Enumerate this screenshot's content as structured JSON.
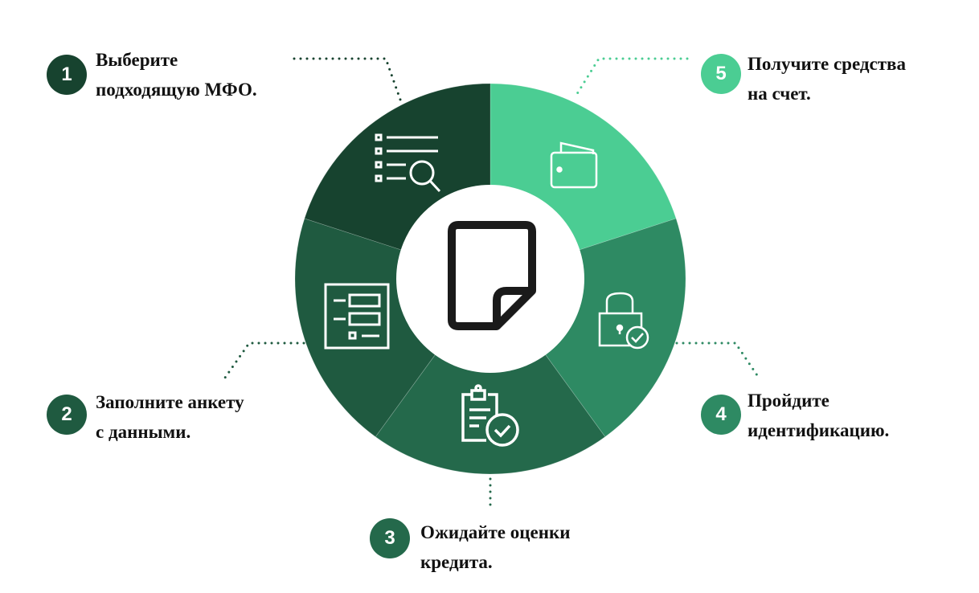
{
  "colors": {
    "step1": "#17432f",
    "step2": "#1f5a40",
    "step3": "#24694b",
    "step4": "#2e8a63",
    "step5": "#4bcd93"
  },
  "steps": [
    {
      "number": "1",
      "line1": "Выберите",
      "line2": "подходящую МФО.",
      "icon": "checklist-search-icon"
    },
    {
      "number": "2",
      "line1": "Заполните анкету",
      "line2": "с данными.",
      "icon": "form-icon"
    },
    {
      "number": "3",
      "line1": "Ожидайте оценки",
      "line2": "кредита.",
      "icon": "clipboard-check-icon"
    },
    {
      "number": "4",
      "line1": "Пройдите",
      "line2": "идентификацию.",
      "icon": "lock-check-icon"
    },
    {
      "number": "5",
      "line1": "Получите средства",
      "line2": "на счет.",
      "icon": "wallet-icon"
    }
  ],
  "center_icon": "document-icon"
}
